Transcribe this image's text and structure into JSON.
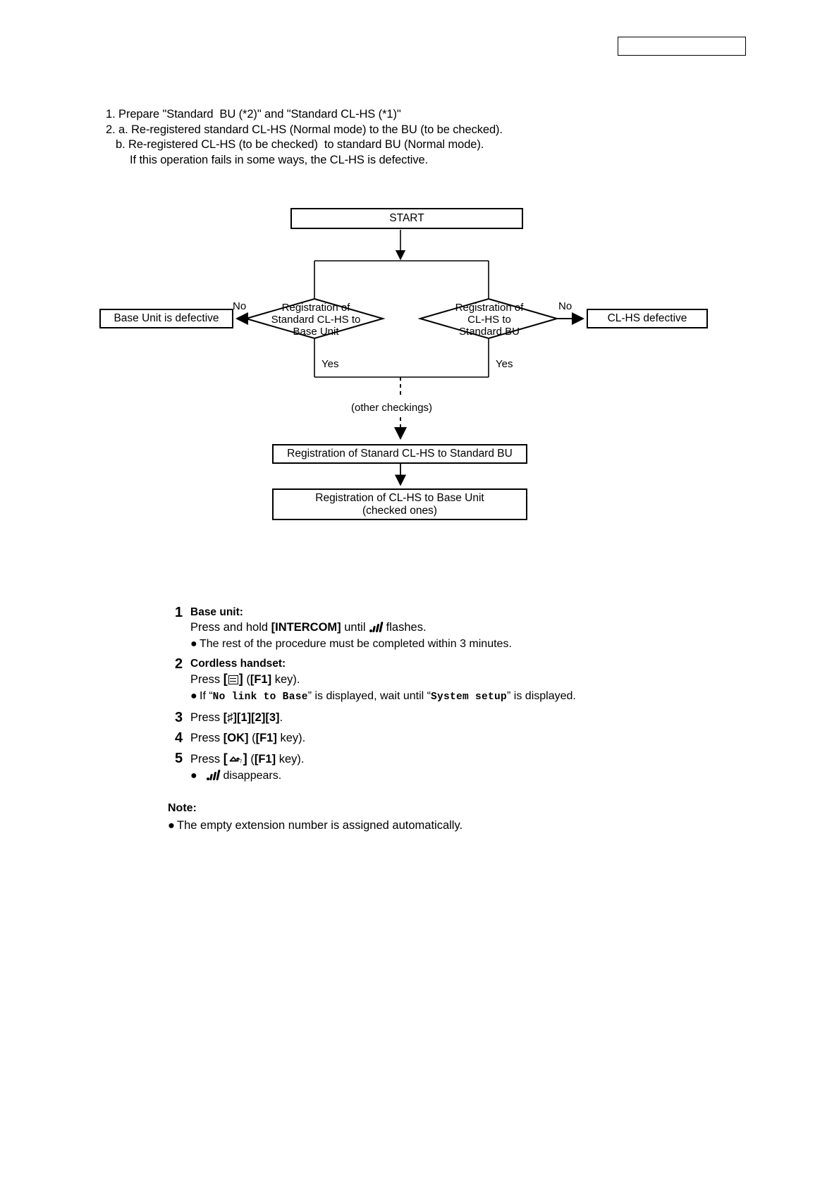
{
  "header": {
    "box_label": ""
  },
  "intro": {
    "lines": [
      {
        "indent": 1,
        "text": "1. Prepare \"Standard  BU (*2)\" and \"Standard CL-HS (*1)\""
      },
      {
        "indent": 1,
        "text": "2. a. Re-registered standard CL-HS (Normal mode) to the BU (to be checked)."
      },
      {
        "indent": 2,
        "text": "b. Re-registered CL-HS (to be checked)  to standard BU (Normal mode)."
      },
      {
        "indent": 3,
        "text": "If this operation fails in some ways, the CL-HS is defective."
      }
    ]
  },
  "flowchart": {
    "start_label": "START",
    "decision_left": "Registration of\nStandard CL-HS to\nBase Unit",
    "decision_right": "Registration of\nCL-HS to\nStandard BU",
    "no_left": "No",
    "no_right": "No",
    "yes_left": "Yes",
    "yes_right": "Yes",
    "box_base_unit_defective": "Base Unit is defective",
    "box_clhs_defective": "CL-HS defective",
    "other_checkings": "(other checkings)",
    "box_standard_registration": "Registration of Stanard CL-HS to Standard BU",
    "box_final_line1": "Registration of CL-HS to Base Unit",
    "box_final_line2": "(checked ones)"
  },
  "procedure": {
    "steps": [
      {
        "num": "1",
        "title": "Base unit:",
        "line_pre": "Press and hold ",
        "key": "[INTERCOM]",
        "line_mid": " until ",
        "icon": "signal-icon",
        "line_post": " flashes.",
        "sub": "The rest of the procedure must be completed within 3 minutes."
      },
      {
        "num": "2",
        "title": "Cordless handset:",
        "line_pre": "Press ",
        "key_open": "[",
        "icon": "menu-icon",
        "key_close": "]",
        "line_mid": " (",
        "key2": "[F1]",
        "line_post": " key).",
        "sub_pre": "If “",
        "sub_mono1": "No link to Base",
        "sub_mid": "” is displayed, wait until “",
        "sub_mono2": "System setup",
        "sub_post": "” is displayed."
      },
      {
        "num": "3",
        "line_pre": "Press ",
        "keys": "[♯][1][2][3]",
        "line_post": "."
      },
      {
        "num": "4",
        "line_pre": "Press ",
        "key": "[OK]",
        "line_mid": " (",
        "key2": "[F1]",
        "line_post": " key)."
      },
      {
        "num": "5",
        "line_pre": "Press ",
        "key_open": "[",
        "icon": "off-hook-icon",
        "key_close": "]",
        "line_mid": " (",
        "key2": "[F1]",
        "line_post": " key).",
        "sub_icon": "signal-icon",
        "sub_post": " disappears."
      }
    ]
  },
  "note": {
    "heading": "Note:",
    "items": [
      "The empty extension number is assigned automatically."
    ]
  },
  "colors": {
    "ink": "#000000",
    "paper": "#ffffff"
  }
}
